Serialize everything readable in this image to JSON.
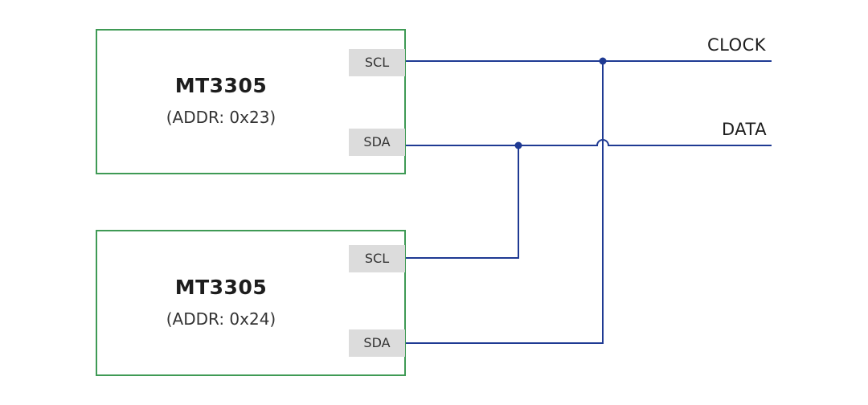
{
  "devices": [
    {
      "name": "MT3305",
      "address": "(ADDR: 0x23)",
      "pins": [
        "SCL",
        "SDA"
      ]
    },
    {
      "name": "MT3305",
      "address": "(ADDR: 0x24)",
      "pins": [
        "SCL",
        "SDA"
      ]
    }
  ],
  "buses": {
    "clock_label": "CLOCK",
    "data_label": "DATA"
  },
  "colors": {
    "wire": "#1f3a93",
    "chip_border": "#3f9a55",
    "pin_fill": "#dcdcdc"
  }
}
